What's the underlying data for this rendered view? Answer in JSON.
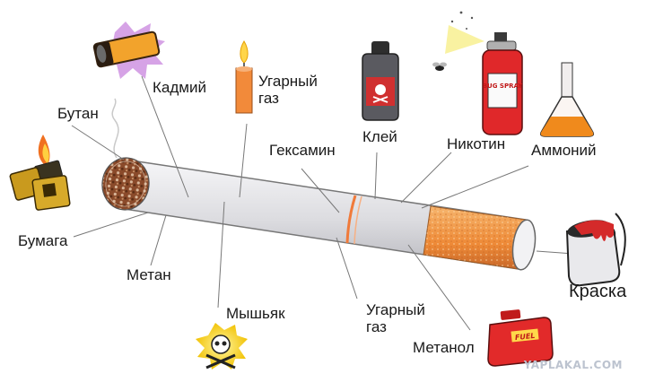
{
  "labels": {
    "butane": "Бутан",
    "cadmium": "Кадмий",
    "carbon_monoxide_top": "Угарный\nгаз",
    "hexamine": "Гексамин",
    "glue": "Клей",
    "nicotine": "Никотин",
    "ammonia": "Аммоний",
    "paper": "Бумага",
    "methane": "Метан",
    "arsenic": "Мышьяк",
    "carbon_monoxide_bottom": "Угарный\nгаз",
    "methanol": "Метанол",
    "paint": "Краска"
  },
  "icon_texts": {
    "spray_can": "BUG SPRAY",
    "fuel_can": "FUEL"
  },
  "watermark": "YAPLAKAL.COM",
  "colors": {
    "cigarette_paper": "#e6e6e9",
    "filter": "#f08a3c",
    "leader_line": "#777777",
    "label_text": "#1a1a1a"
  }
}
